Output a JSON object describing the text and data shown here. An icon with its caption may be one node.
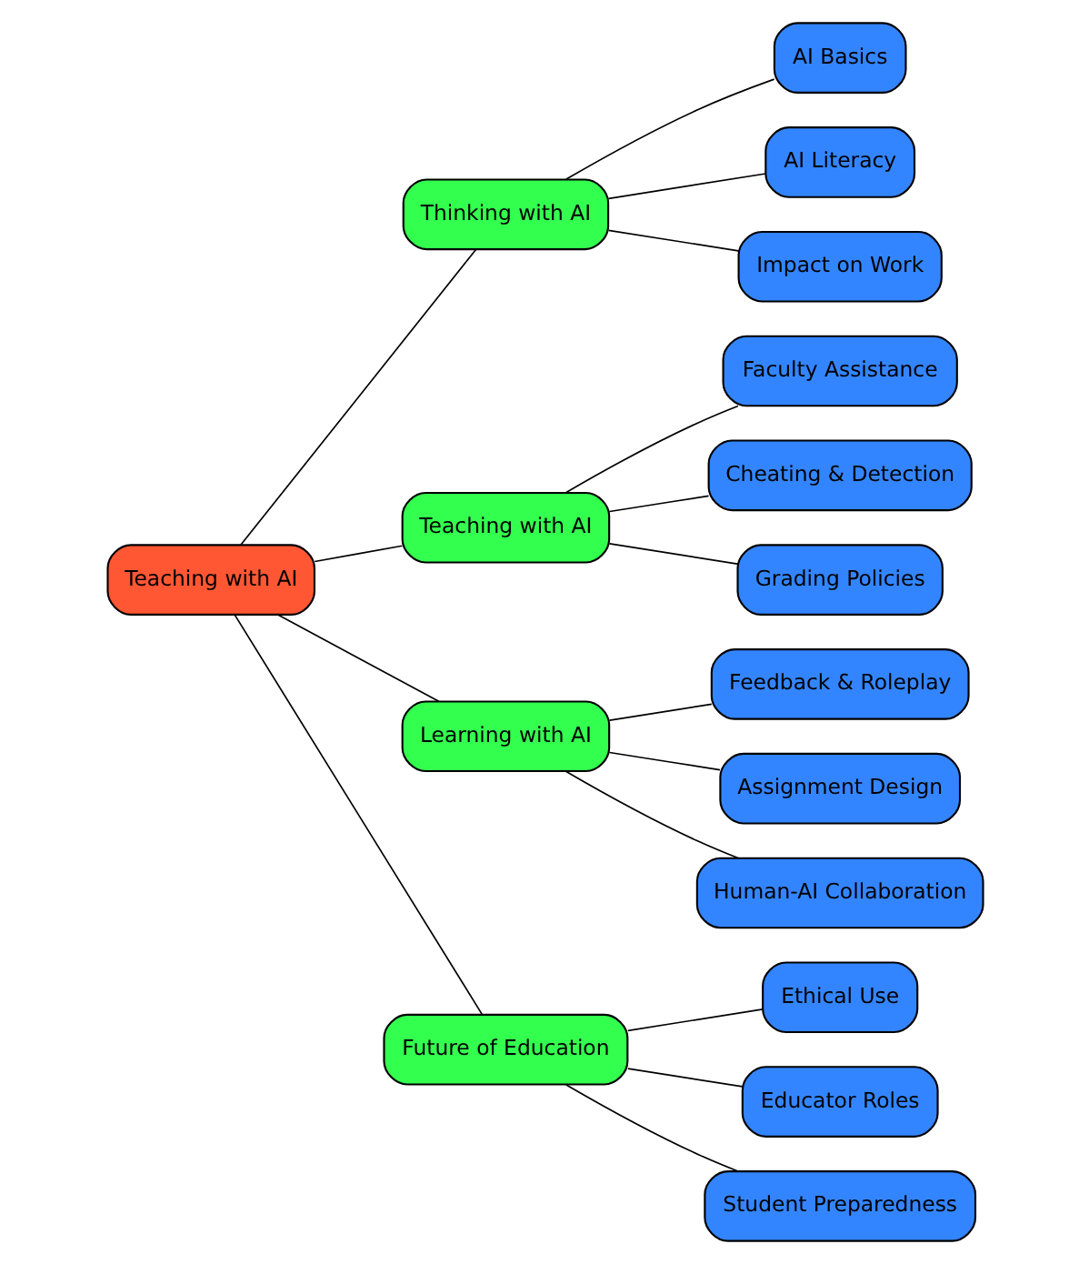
{
  "diagram": {
    "nodes": [
      {
        "text": [
          "Teaching with AI"
        ]
      },
      {
        "text": [
          "Thinking with AI"
        ]
      },
      {
        "text": [
          "AI Basics"
        ]
      },
      {
        "text": [
          "AI Literacy"
        ]
      },
      {
        "text": [
          "Impact on Work"
        ]
      },
      {
        "text": [
          "Teaching with AI"
        ]
      },
      {
        "text": [
          "Faculty Assistance"
        ]
      },
      {
        "text": [
          "Cheating & Detection"
        ]
      },
      {
        "text": [
          "Grading Policies"
        ]
      },
      {
        "text": [
          "Learning with AI"
        ]
      },
      {
        "text": [
          "Feedback & Roleplay"
        ]
      },
      {
        "text": [
          "Assignment Design"
        ]
      },
      {
        "text": [
          "Human-AI Collaboration"
        ]
      },
      {
        "text": [
          "Future of Education"
        ]
      },
      {
        "text": [
          "Ethical Use"
        ]
      },
      {
        "text": [
          "Educator Roles"
        ]
      },
      {
        "text": [
          "Student Preparedness"
        ]
      }
    ],
    "edges": [
      {
        "from": 0,
        "to": 1,
        "arrow": "none"
      },
      {
        "from": 1,
        "to": 2,
        "arrow": "none"
      },
      {
        "from": 1,
        "to": 3,
        "arrow": "none"
      },
      {
        "from": 1,
        "to": 4,
        "arrow": "none"
      },
      {
        "from": 0,
        "to": 5,
        "arrow": "none"
      },
      {
        "from": 5,
        "to": 6,
        "arrow": "none"
      },
      {
        "from": 5,
        "to": 7,
        "arrow": "none"
      },
      {
        "from": 5,
        "to": 8,
        "arrow": "none"
      },
      {
        "from": 0,
        "to": 9,
        "arrow": "none"
      },
      {
        "from": 9,
        "to": 10,
        "arrow": "none"
      },
      {
        "from": 9,
        "to": 11,
        "arrow": "none"
      },
      {
        "from": 9,
        "to": 12,
        "arrow": "none"
      },
      {
        "from": 0,
        "to": 13,
        "arrow": "none"
      },
      {
        "from": 13,
        "to": 14,
        "arrow": "none"
      },
      {
        "from": 13,
        "to": 15,
        "arrow": "none"
      },
      {
        "from": 13,
        "to": 16,
        "arrow": "none"
      }
    ]
  }
}
